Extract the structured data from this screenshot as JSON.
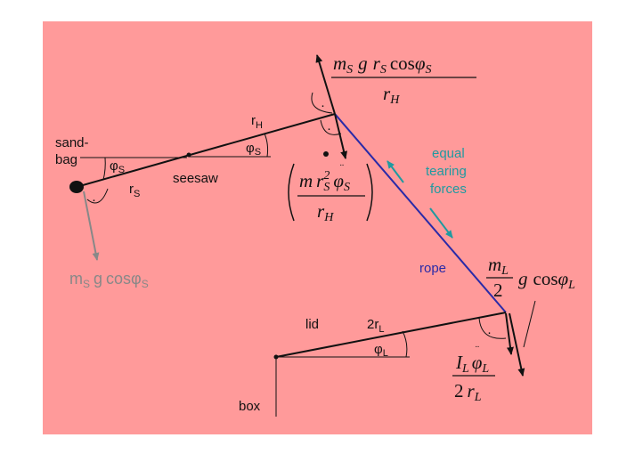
{
  "colors": {
    "background": "#ff9a9a",
    "outer": "#ffffff",
    "line": "#111111",
    "rope": "#2a2aa8",
    "tearing_forces": "#1f9aa0",
    "sandbag_force": "#888888"
  },
  "labels": {
    "sandbag_line1": "sand-",
    "sandbag_line2": "bag",
    "seesaw": "seesaw",
    "rope": "rope",
    "lid": "lid",
    "box": "box",
    "equal": "equal",
    "tearing": "tearing",
    "forces": "forces",
    "r_symbol": "r",
    "phi_symbol": "φ",
    "sub_H": "H",
    "sub_S": "S",
    "sub_L": "L",
    "two_r": "2r"
  },
  "formulas": {
    "top_num_m": "m",
    "top_num_g": "g",
    "top_num_r": "r",
    "top_num_cos": "cos",
    "top_den": "r",
    "mid_num_m": "m",
    "mid_num_r": "r",
    "mid_num_exp": "2",
    "mid_den": "r",
    "right_num": "m",
    "right_den": "2",
    "right_g": "g",
    "right_cos": "cos",
    "bottom_num_I": "I",
    "bottom_den_2": "2",
    "bottom_den_r": "r",
    "grey_m": "m",
    "grey_g": "g",
    "grey_cos": "cos",
    "dot_mark": "·"
  }
}
